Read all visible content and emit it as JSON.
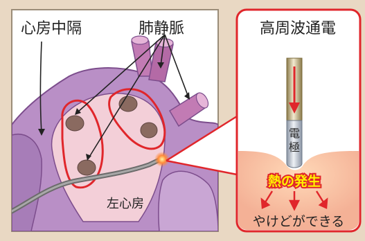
{
  "left_panel": {
    "label_atrial_septum": "心房中隔",
    "label_pulmonary_veins": "肺静脈",
    "label_left_atrium": "左心房"
  },
  "right_panel": {
    "title": "高周波通電",
    "electrode_char_1": "電",
    "electrode_char_2": "極",
    "heat_label": "熱の発生",
    "burn_label": "やけどができる"
  },
  "colors": {
    "background": "#e9d8c3",
    "heart_purple": "#b98fc6",
    "heart_dark": "#7c4d8c",
    "tissue_pink": "#f3c0a8",
    "ablation_red": "#e0262b",
    "heat_yellow": "#fff200",
    "frame": "#e0262b"
  }
}
